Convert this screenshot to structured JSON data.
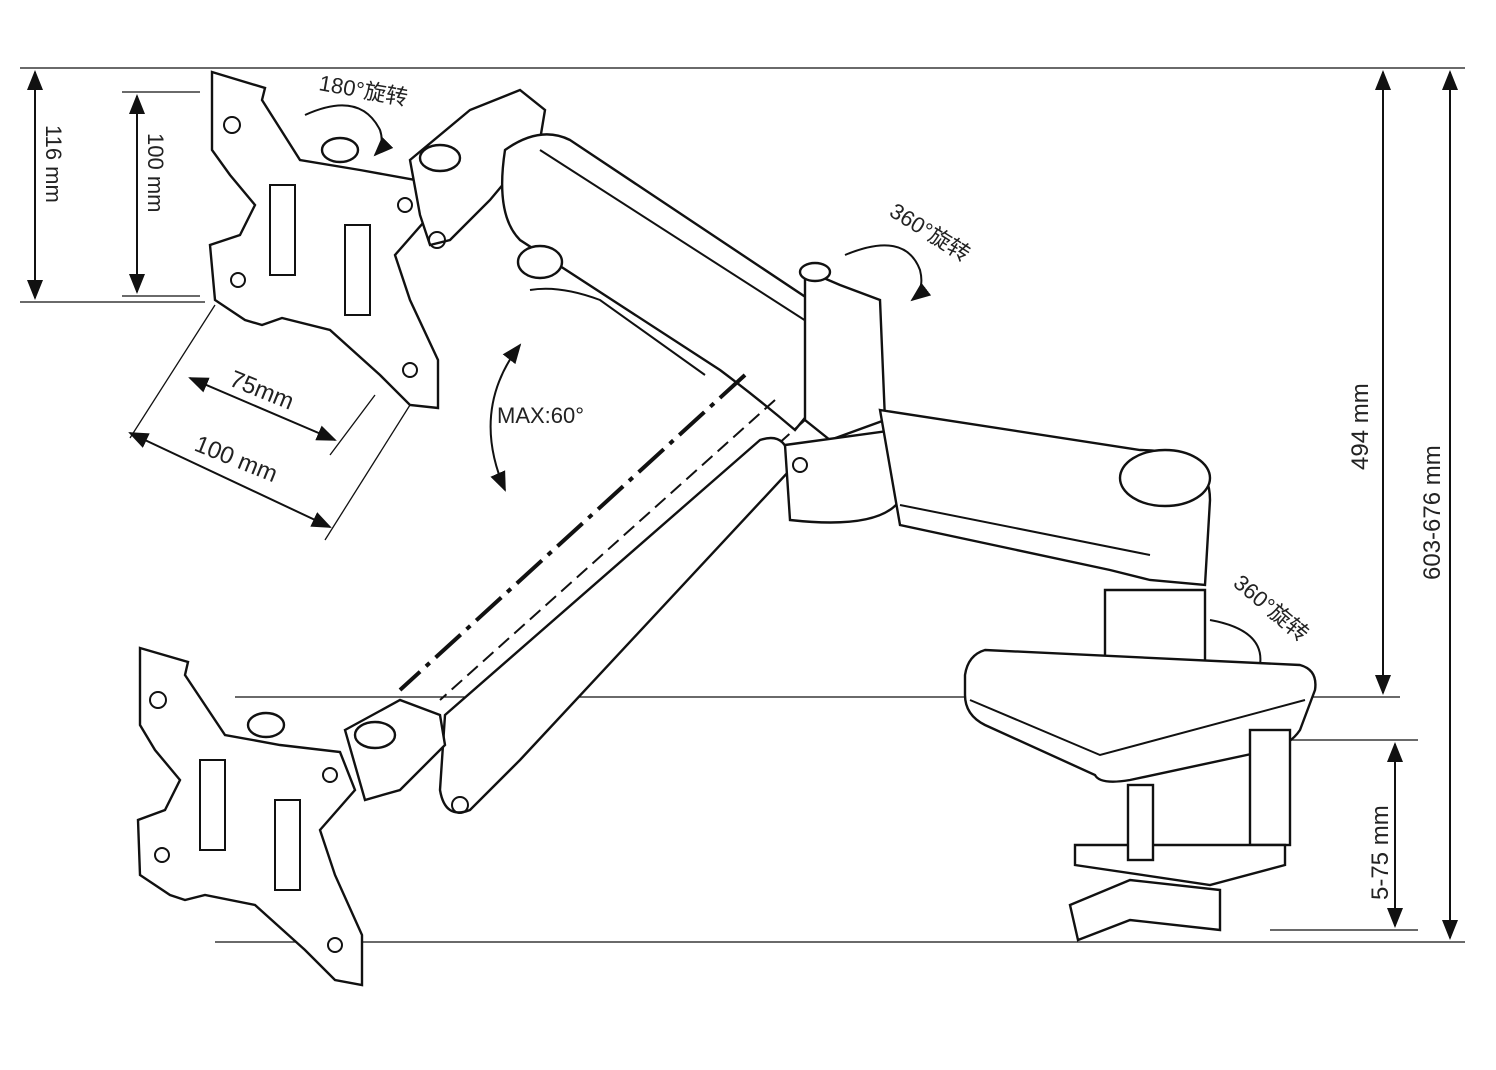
{
  "labels": {
    "rotation_top": "180°旋转",
    "rotation_mid": "360°旋转",
    "rotation_base": "360°旋转",
    "height_outer": "116 mm",
    "height_inner": "100 mm",
    "vesa_small": "75mm",
    "vesa_large": "100 mm",
    "tilt": "MAX:60°",
    "arm_height": "494 mm",
    "total_height": "603-676 mm",
    "clamp_range": "5-75 mm"
  }
}
